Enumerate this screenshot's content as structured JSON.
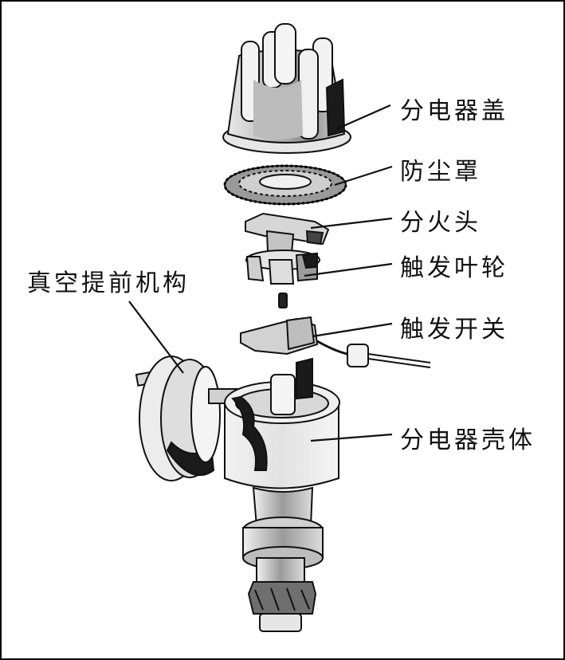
{
  "labels": {
    "distributor_cap": "分电器盖",
    "dust_cover": "防尘罩",
    "rotor": "分火头",
    "trigger_wheel": "触发叶轮",
    "trigger_switch": "触发开关",
    "distributor_housing": "分电器壳体",
    "vacuum_advance": "真空提前机构"
  },
  "colors": {
    "ink": "#111111",
    "dark": "#2a2a2a",
    "mid": "#9a9a9a",
    "light": "#d8d8d8",
    "paper": "#ffffff"
  }
}
